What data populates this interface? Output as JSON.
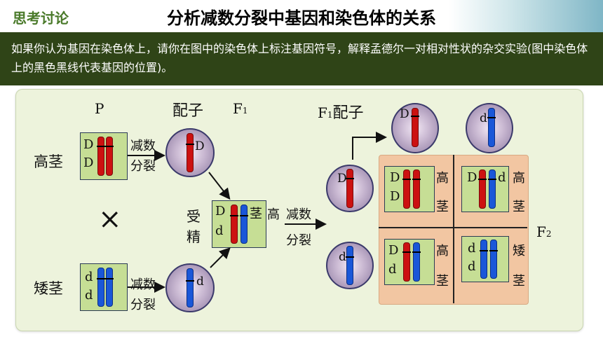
{
  "header": {
    "tag": "思考讨论",
    "title": "分析减数分裂中基因和染色体的关系"
  },
  "instruction": "如果你认为基因在染色体上，请你在图中的染色体上标注基因符号，解释孟德尔一对相对性状的杂交实验(图中染色体上的黑色黑线代表基因的位置)。",
  "diagram": {
    "labels": {
      "p": "P",
      "gamete": "配子",
      "f1": "F",
      "f1_sub": "1",
      "f1_gamete_f": "F",
      "f1_gamete_sub": "1",
      "f1_gamete_rest": "配子",
      "f2": "F",
      "f2_sub": "2"
    },
    "parents": {
      "tall": "高茎",
      "short": "矮茎",
      "cross": "×"
    },
    "process": {
      "meiosis1": "减数",
      "meiosis2": "分裂",
      "fertilize1": "受",
      "fertilize2": "精"
    },
    "genes": {
      "D": "D",
      "d": "d"
    },
    "f1_traits": {
      "stem": "茎",
      "tall": "高"
    },
    "f2": {
      "tall1": "高",
      "tall2": "茎",
      "short1": "矮",
      "short2": "茎"
    }
  }
}
